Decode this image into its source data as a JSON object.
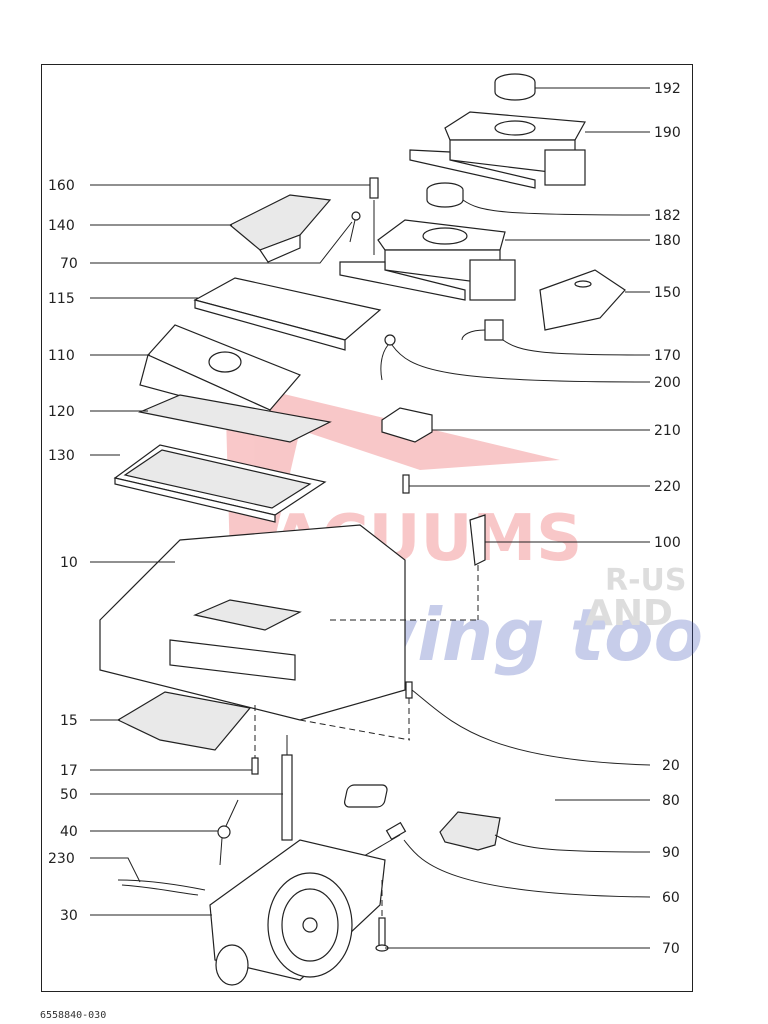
{
  "document_number": "6558840-030",
  "watermark": {
    "line1": "ACUUMS",
    "line2": "Sewing too",
    "line3a": "R-US",
    "line3b": "AND",
    "color_red": "#e8383d",
    "color_blue": "#3a4fb5"
  },
  "parts": {
    "p192": "192",
    "p190": "190",
    "p160": "160",
    "p140": "140",
    "p70a": "70",
    "p182": "182",
    "p180": "180",
    "p115": "115",
    "p150": "150",
    "p110": "110",
    "p170": "170",
    "p200": "200",
    "p120": "120",
    "p210": "210",
    "p130": "130",
    "p220": "220",
    "p10": "10",
    "p100": "100",
    "p15": "15",
    "p20": "20",
    "p17": "17",
    "p80": "80",
    "p50": "50",
    "p40": "40",
    "p90": "90",
    "p230": "230",
    "p60": "60",
    "p30": "30",
    "p70b": "70"
  }
}
